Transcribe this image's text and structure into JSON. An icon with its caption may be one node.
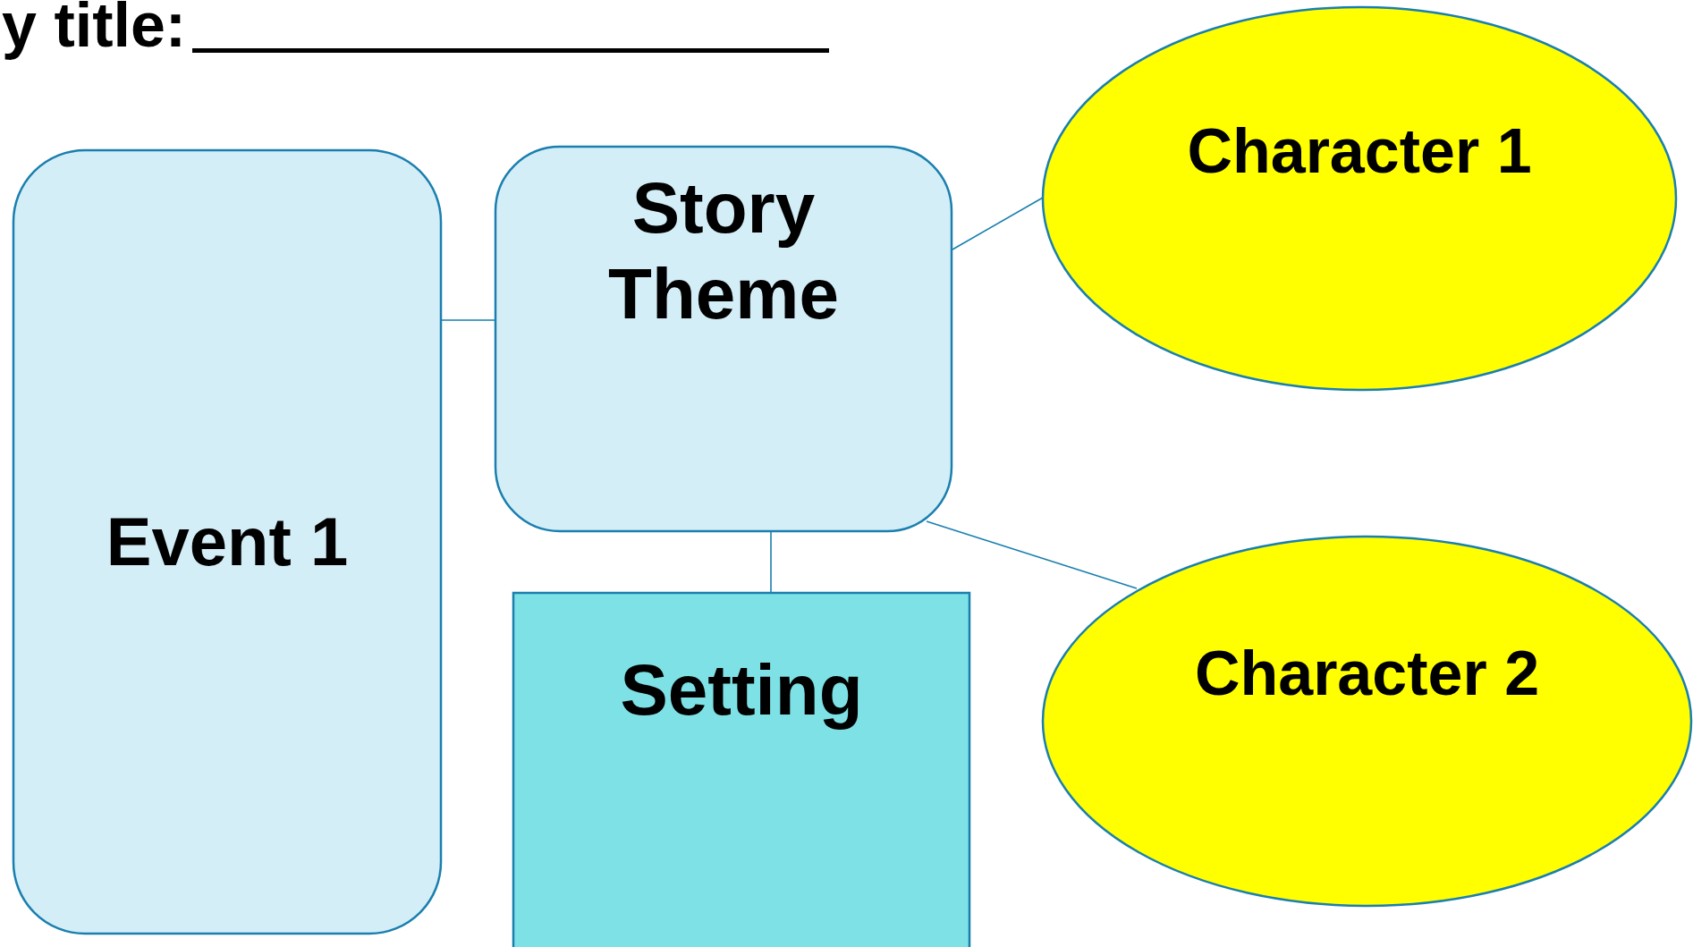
{
  "diagram": {
    "title": "y title:",
    "nodes": [
      {
        "text": [
          "Event 1"
        ]
      },
      {
        "text": [
          "Story Theme"
        ]
      },
      {
        "text": [
          "Setting"
        ]
      },
      {
        "text": [
          "Character 1"
        ]
      },
      {
        "text": [
          "Character 2"
        ]
      }
    ],
    "edges": [
      {
        "from": 0,
        "to": 1,
        "arrow": "none"
      },
      {
        "from": 1,
        "to": 3,
        "arrow": "none"
      },
      {
        "from": 1,
        "to": 2,
        "arrow": "none"
      },
      {
        "from": 1,
        "to": 4,
        "arrow": "none"
      }
    ]
  }
}
